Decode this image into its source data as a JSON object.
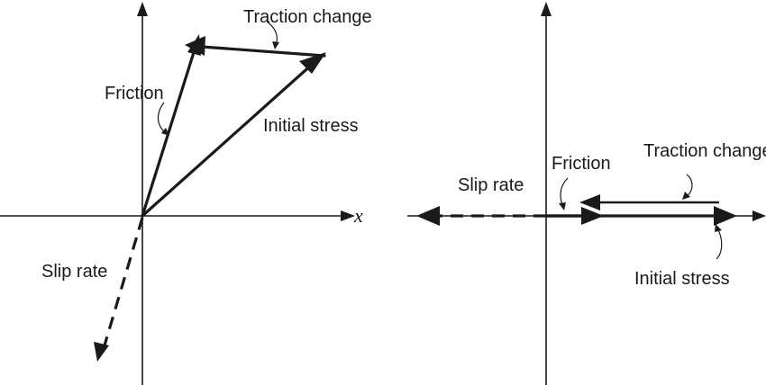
{
  "left_panel": {
    "x_axis_label": "x",
    "labels": {
      "traction_change": "Traction change",
      "friction": "Friction",
      "initial_stress": "Initial stress",
      "slip_rate": "Slip rate"
    }
  },
  "right_panel": {
    "labels": {
      "traction_change": "Traction change",
      "friction": "Friction",
      "initial_stress": "Initial stress",
      "slip_rate": "Slip rate"
    }
  }
}
